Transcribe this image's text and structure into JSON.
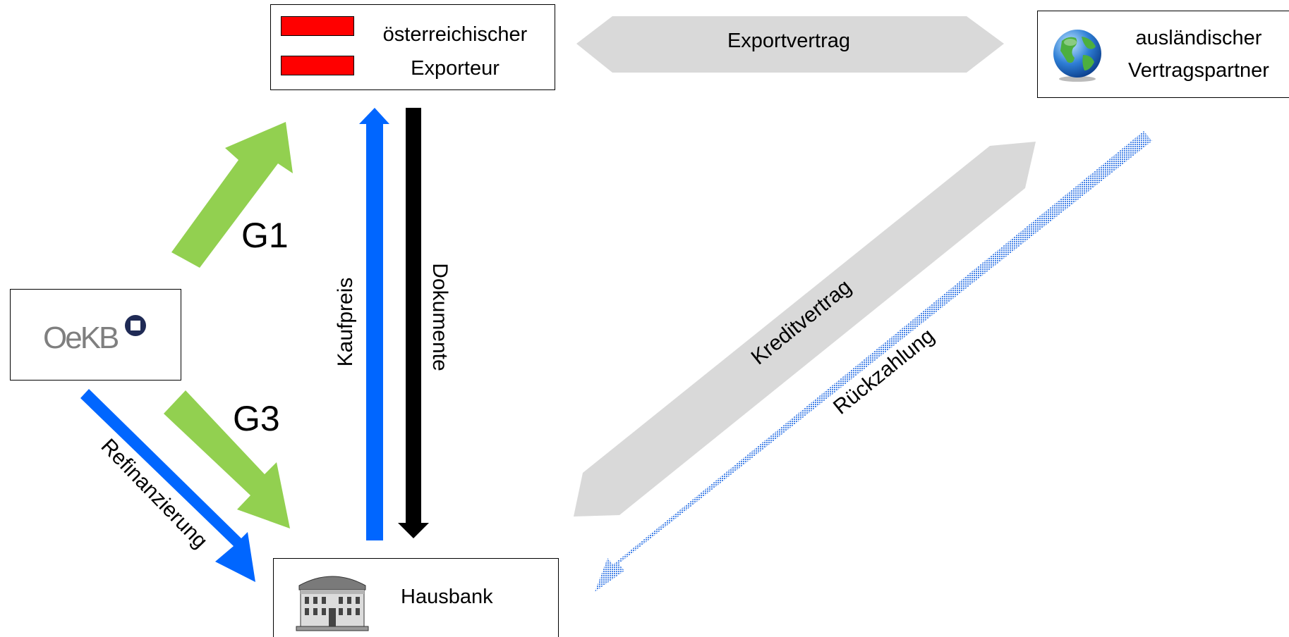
{
  "colors": {
    "flag_red": "#ff0000",
    "green_arrow": "#92d050",
    "blue_arrow": "#0066ff",
    "black_arrow": "#000000",
    "gray_arrow": "#d9d9d9",
    "dotted_blue": "#4a86e8",
    "oekb_gray": "#7f7f7f",
    "oekb_navy": "#1f2a55"
  },
  "nodes": {
    "exporter": {
      "line1": "österreichischer",
      "line2": "Exporteur",
      "icon": "austria-flag-icon"
    },
    "partner": {
      "line1": "ausländischer",
      "line2": "Vertragspartner",
      "icon": "globe-icon"
    },
    "oekb": {
      "logo_text": "OeKB",
      "icon": "oekb-logo"
    },
    "bank": {
      "label": "Hausbank",
      "icon": "bank-building-icon"
    }
  },
  "flows": {
    "export_contract": "Exportvertrag",
    "g1": "G1",
    "g3": "G3",
    "purchase_price": "Kaufpreis",
    "documents": "Dokumente",
    "refinancing": "Refinanzierung",
    "credit_contract": "Kreditvertrag",
    "repayment": "Rückzahlung"
  }
}
